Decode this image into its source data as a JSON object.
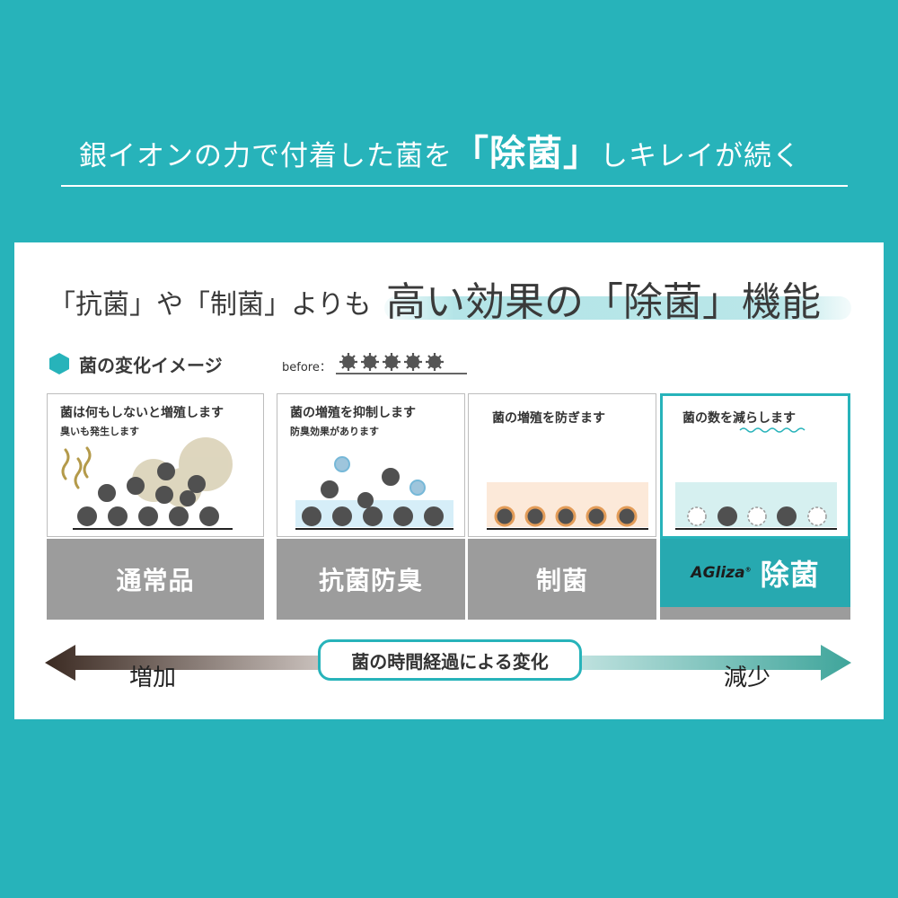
{
  "headline": {
    "part1": "銀イオンの力で付着した菌を",
    "emphasis": "「除菌」",
    "part2": "しキレイが続く"
  },
  "subheading": {
    "left": "「抗菌」や「制菌」よりも",
    "right": "高い効果の「除菌」機能"
  },
  "legend": {
    "title": "菌の変化イメージ",
    "before_label": "before："
  },
  "cards": [
    {
      "title": "菌は何もしないと増殖します",
      "subtitle": "臭いも発生します",
      "label": "通常品"
    },
    {
      "title": "菌の増殖を抑制します",
      "subtitle": "防臭効果があります",
      "label": "抗菌防臭"
    },
    {
      "title": "菌の増殖を防ぎます",
      "subtitle": "",
      "label": "制菌"
    },
    {
      "title": "菌の数を減らします",
      "subtitle": "",
      "label": "除菌",
      "brand": "AGliza",
      "brand_mark": "®"
    }
  ],
  "timeline": {
    "center": "菌の時間経過による変化",
    "left": "増加",
    "right": "減少"
  },
  "colors": {
    "background": "#27b3ba",
    "accent": "#27a9b0",
    "gray_label": "#9c9c9c",
    "germ": "#555555"
  }
}
